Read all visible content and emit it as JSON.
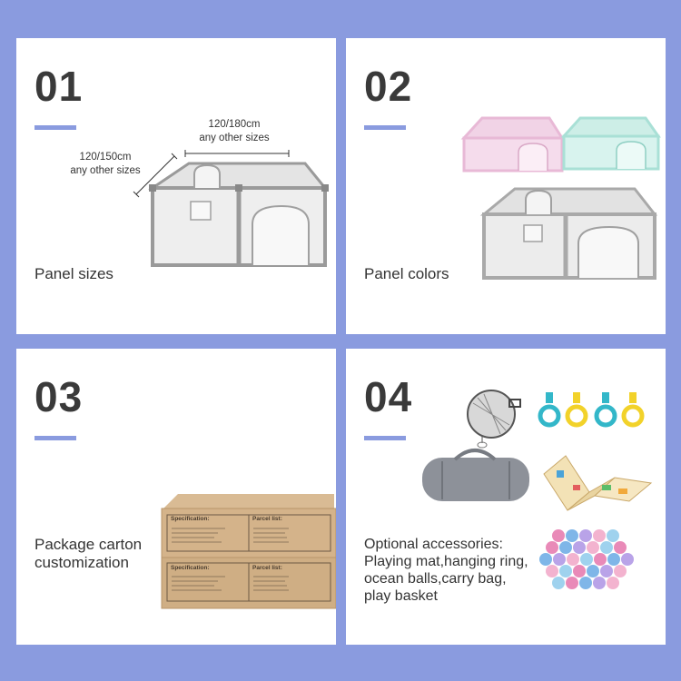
{
  "panels": [
    {
      "number": "01",
      "caption": "Panel  sizes",
      "dimensions": {
        "width_value": "120/180cm",
        "width_note": "any other sizes",
        "depth_value": "120/150cm",
        "depth_note": "any other sizes"
      }
    },
    {
      "number": "02",
      "caption": "Panel colors",
      "colors": [
        "#E8B9D6",
        "#A9E0D6",
        "#A9A9A9"
      ]
    },
    {
      "number": "03",
      "caption_line1": "Package carton",
      "caption_line2": "customization",
      "carton": {
        "spec_title": "Specification:",
        "parcel_title": "Parcel list:"
      }
    },
    {
      "number": "04",
      "caption_lines": [
        "Optional accessories:",
        "Playing mat,hanging ring,",
        "ocean balls,carry bag,",
        "play basket"
      ],
      "ring_colors": [
        "#33B7C9",
        "#F2D22A"
      ]
    }
  ],
  "accent_color": "#8A9BDF",
  "background_color": "#8A9BDF"
}
